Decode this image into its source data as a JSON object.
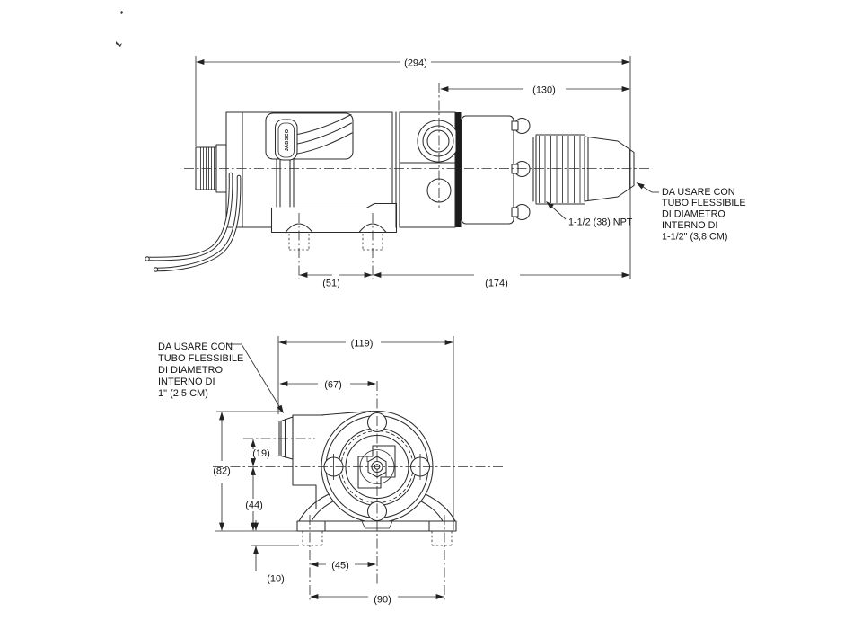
{
  "drawing": {
    "brand_label": "JABSCO",
    "side_view": {
      "dim_overall_length": "(294)",
      "dim_to_port_center": "(130)",
      "dim_foot_spacing": "(51)",
      "dim_foot_to_outlet": "(174)",
      "npt_label": "1-1/2 (38) NPT",
      "hose_note": [
        "DA USARE CON",
        "TUBO FLESSIBILE",
        "DI DIAMETRO",
        "INTERNO DI",
        "1-1/2\" (3,8 CM)"
      ]
    },
    "front_view": {
      "dim_overall_width": "(119)",
      "dim_port_to_center": "(67)",
      "dim_overall_height": "(82)",
      "dim_port_above_center": "(19)",
      "dim_center_to_base": "(44)",
      "dim_foot_pad_height": "(10)",
      "dim_center_to_foot": "(45)",
      "dim_foot_spacing": "(90)",
      "hose_note": [
        "DA USARE CON",
        "TUBO FLESSIBILE",
        "DI DIAMETRO",
        "INTERNO DI",
        "1\" (2,5 CM)"
      ]
    }
  }
}
